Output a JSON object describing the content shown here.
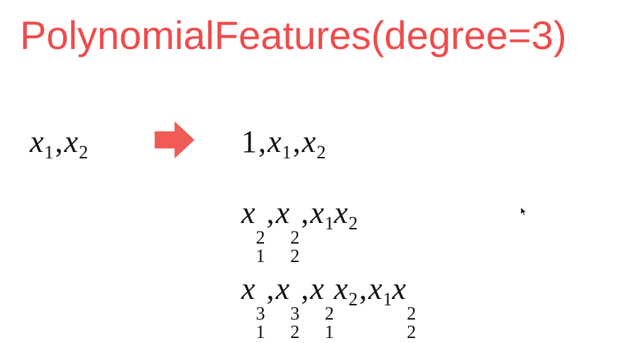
{
  "title": "PolynomialFeatures(degree=3)",
  "colors": {
    "title": "#ef4b4b",
    "arrow": "#f15a55",
    "math": "#111111"
  },
  "icons": {
    "arrow": "right-arrow-icon",
    "cursor": "mouse-pointer-icon"
  },
  "input": {
    "v1": "x",
    "s1": "1",
    "comma": ",",
    "v2": "x",
    "s2": "2"
  },
  "output": {
    "row1": {
      "one": "1",
      "c1": ",",
      "v1": "x",
      "s1": "1",
      "c2": ",",
      "v2": "x",
      "s2": "2"
    },
    "row2": {
      "a_v": "x",
      "a_sup": "2",
      "a_sub": "1",
      "c1": ",",
      "b_v": "x",
      "b_sup": "2",
      "b_sub": "2",
      "c2": ",",
      "c_v1": "x",
      "c_s1": "1",
      "c_v2": "x",
      "c_s2": "2"
    },
    "row3": {
      "a_v": "x",
      "a_sup": "3",
      "a_sub": "1",
      "c1": ",",
      "b_v": "x",
      "b_sup": "3",
      "b_sub": "2",
      "c2": ",",
      "c_v1": "x",
      "c_sup1": "2",
      "c_sub1": "1",
      "c_v2": "x",
      "c_s2": "2",
      "c3": ",",
      "d_v1": "x",
      "d_s1": "1",
      "d_v2": "x",
      "d_sup2": "2",
      "d_sub2": "2"
    }
  }
}
